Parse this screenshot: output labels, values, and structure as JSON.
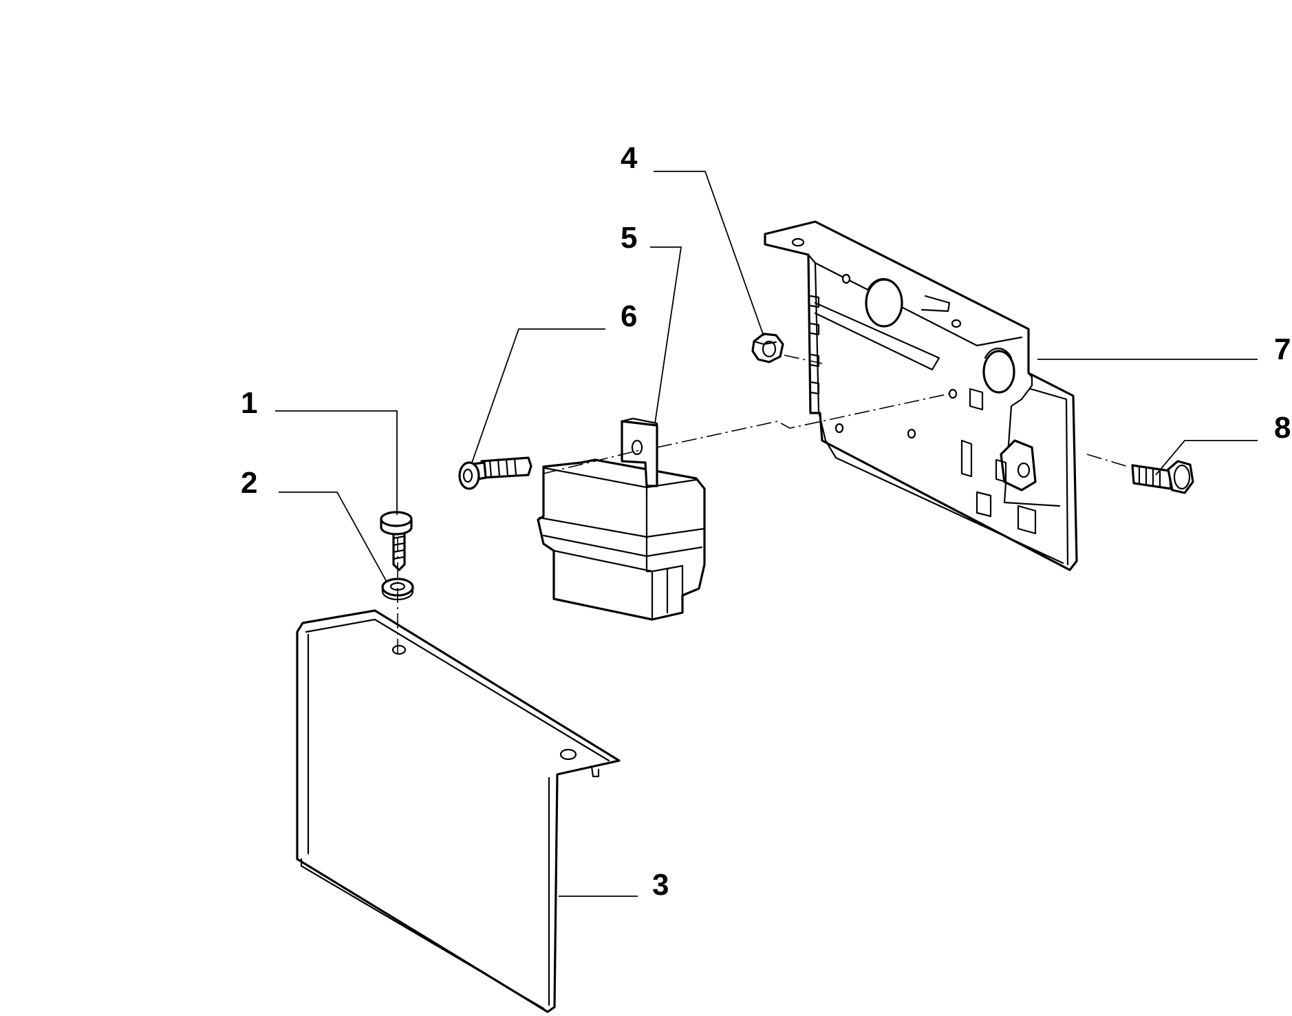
{
  "diagram": {
    "type": "exploded-parts-view",
    "callouts": [
      {
        "id": "1",
        "label": "1"
      },
      {
        "id": "2",
        "label": "2"
      },
      {
        "id": "3",
        "label": "3"
      },
      {
        "id": "4",
        "label": "4"
      },
      {
        "id": "5",
        "label": "5"
      },
      {
        "id": "6",
        "label": "6"
      },
      {
        "id": "7",
        "label": "7"
      },
      {
        "id": "8",
        "label": "8"
      }
    ]
  },
  "colors": {
    "line": "#000000",
    "background": "#ffffff"
  }
}
